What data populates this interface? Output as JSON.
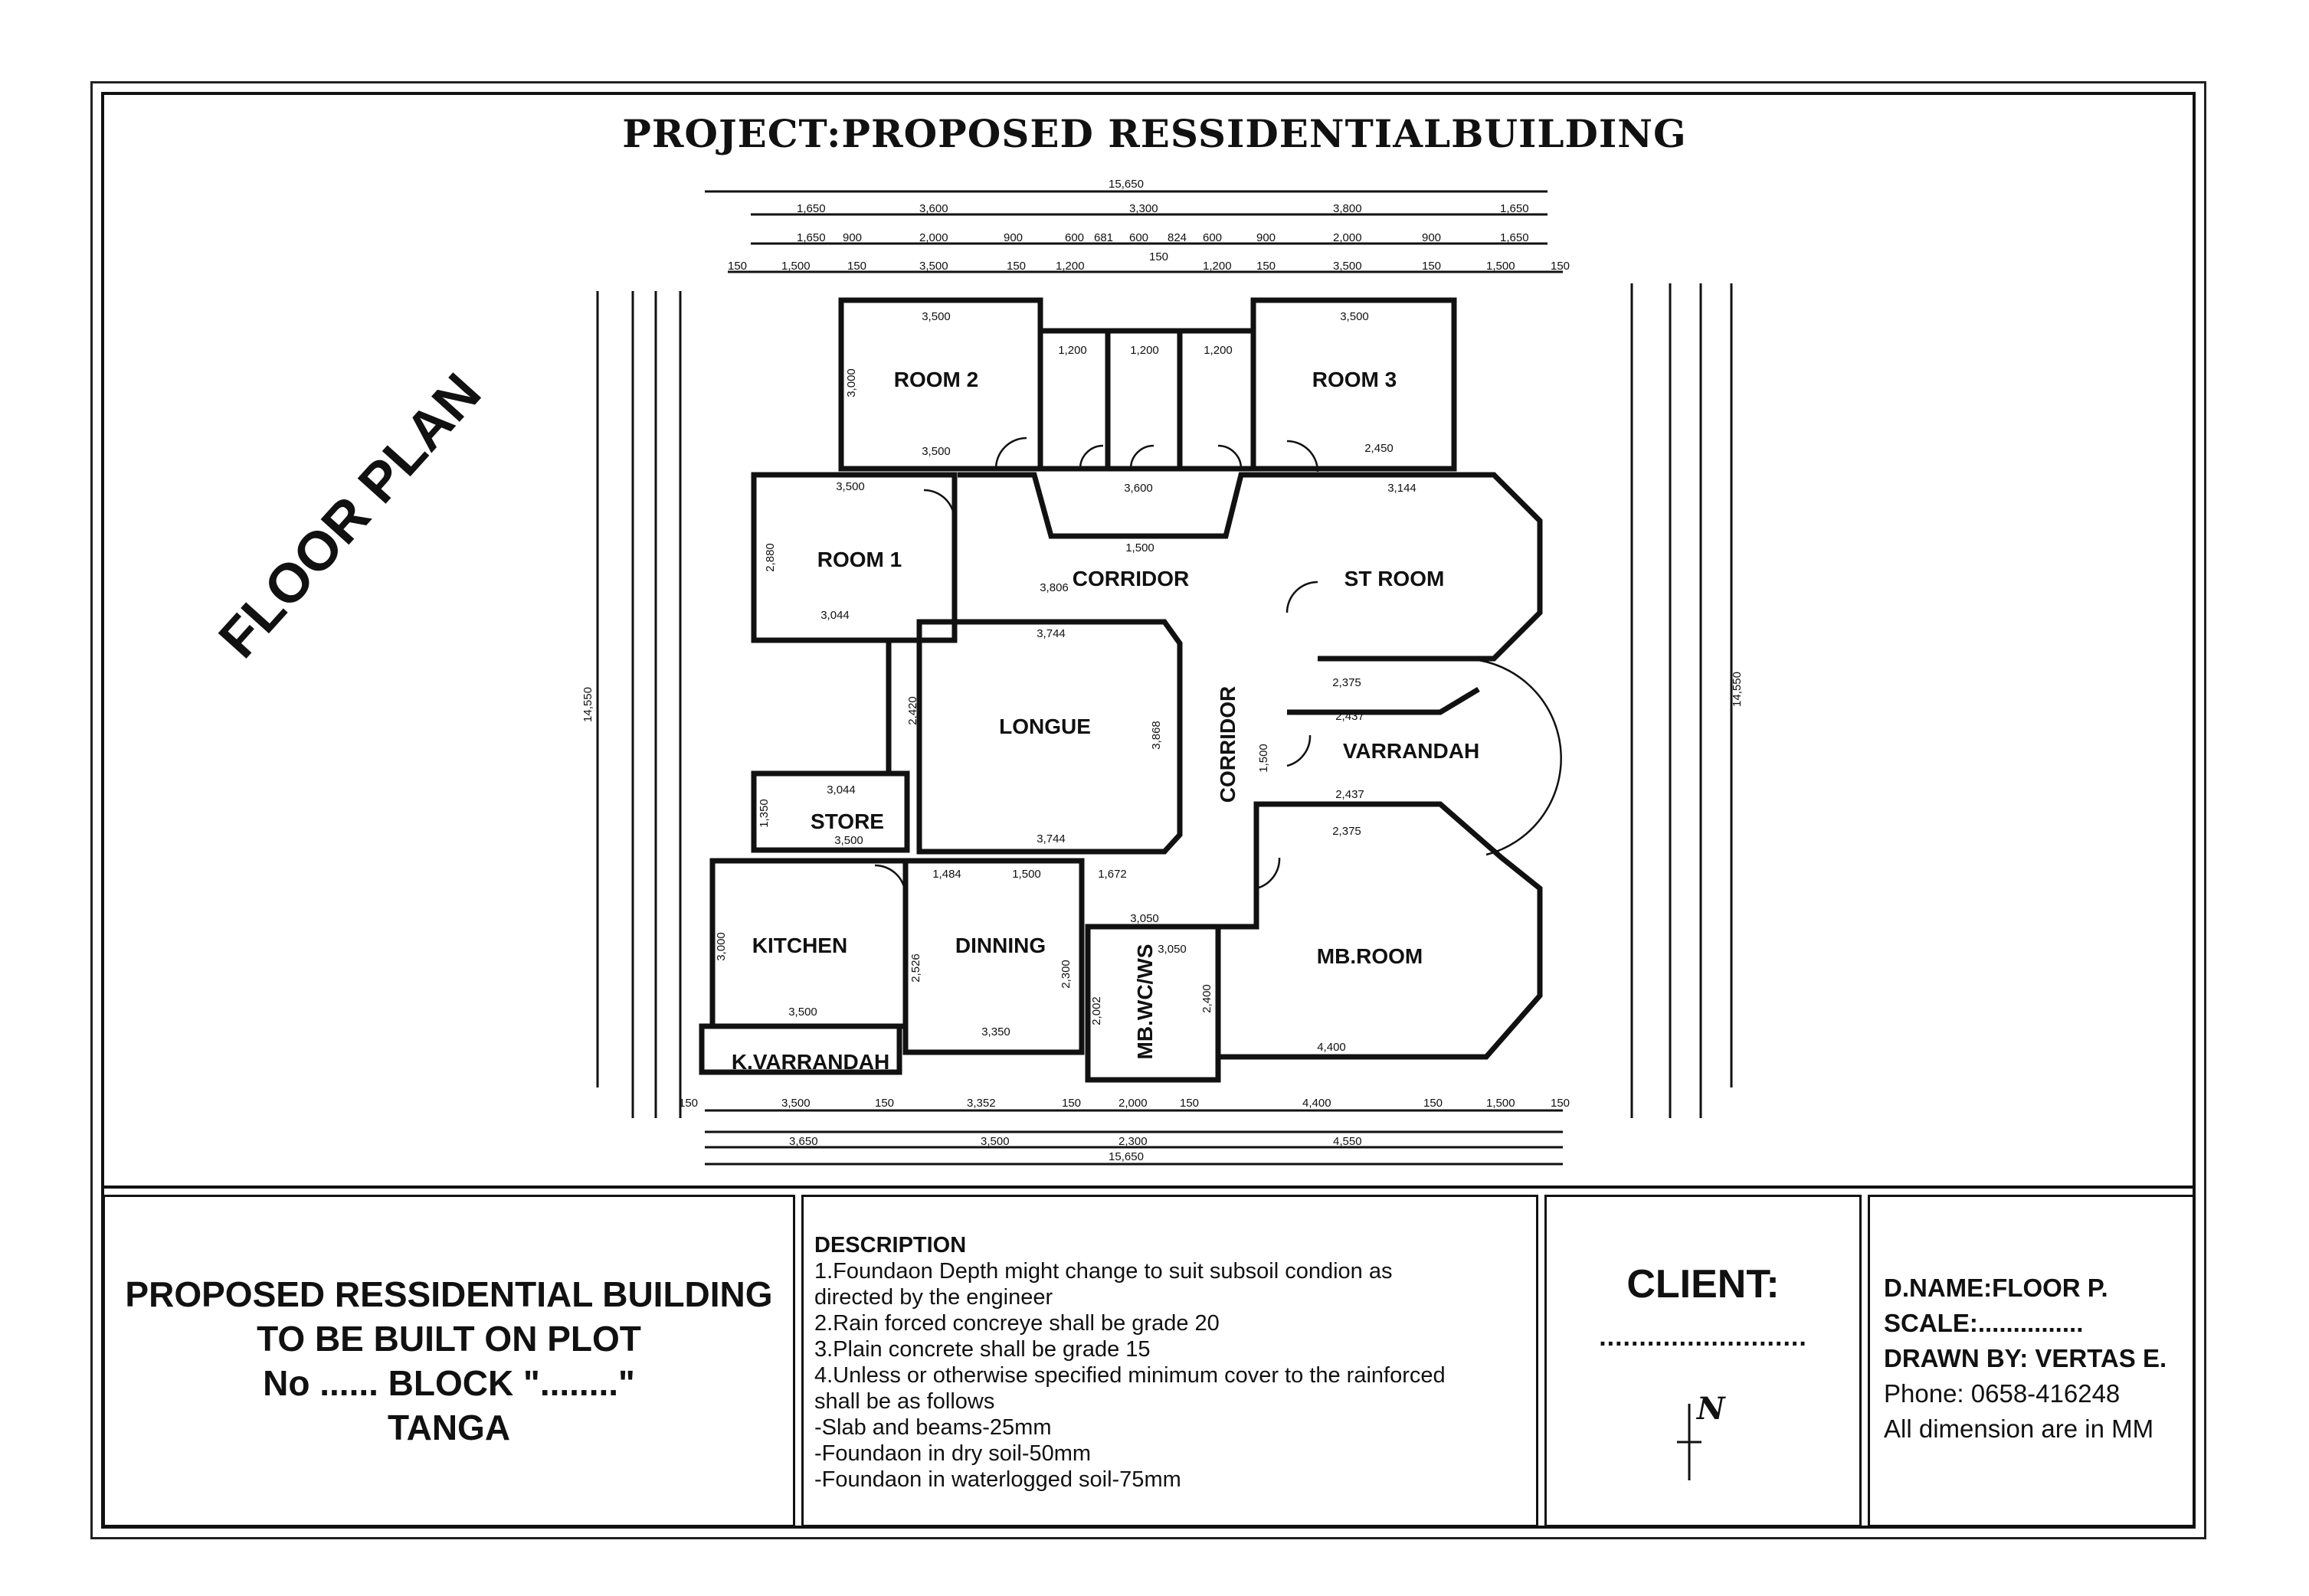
{
  "title": "PROJECT:PROPOSED RESSIDENTIALBUILDING",
  "side_label": "FLOOR PLAN",
  "rooms": {
    "room2": "ROOM 2",
    "room3": "ROOM 3",
    "room1": "ROOM 1",
    "corridor_h": "CORRIDOR",
    "st_room": "ST ROOM",
    "longue": "LONGUE",
    "corridor_v": "CORRIDOR",
    "varrandah": "VARRANDAH",
    "store": "STORE",
    "kitchen": "KITCHEN",
    "dinning": "DINNING",
    "mb_wc": "MB.WC/WS",
    "mb_room": "MB.ROOM",
    "k_varrandah": "K.VARRANDAH"
  },
  "dimensions": {
    "top_overall": "15,650",
    "top_row1": [
      "1,650",
      "3,600",
      "3,300",
      "3,800",
      "1,650"
    ],
    "top_row2": [
      "1,650",
      "900",
      "2,000",
      "900",
      "600",
      "681",
      "600",
      "824",
      "600",
      "900",
      "2,000",
      "900",
      "1,650"
    ],
    "top_row3": [
      "150",
      "1,500",
      "150",
      "3,500",
      "150",
      "1,200",
      "150",
      "1,200",
      "150",
      "3,500",
      "150",
      "1,500",
      "150"
    ],
    "bottom_row1": [
      "150",
      "3,500",
      "150",
      "3,352",
      "150",
      "2,000",
      "150",
      "4,400",
      "150",
      "1,500",
      "150"
    ],
    "bottom_row2": [
      "3,650",
      "3,500",
      "2,300",
      "4,550"
    ],
    "bottom_overall": "15,650",
    "left_overall": "14,550",
    "right_overall": "14,550",
    "interior": [
      "3,500",
      "3,000",
      "3,500",
      "1,200",
      "1,200",
      "1,200",
      "3,500",
      "2,450",
      "3,500",
      "3,600",
      "3,144",
      "3,044",
      "2,880",
      "3,806",
      "1,500",
      "3,744",
      "2,420",
      "3,868",
      "3,744",
      "3,044",
      "1,350",
      "3,500",
      "3,000",
      "3,500",
      "1,484",
      "1,500",
      "1,672",
      "2,526",
      "2,300",
      "3,350",
      "3,050",
      "3,050",
      "2,400",
      "2,002",
      "4,400",
      "2,375",
      "2,437",
      "2,437",
      "2,375",
      "1,500"
    ]
  },
  "project_block": [
    "PROPOSED RESSIDENTIAL  BUILDING",
    "TO BE BUILT ON PLOT",
    "No ...... BLOCK \"........\"",
    "TANGA"
  ],
  "description": {
    "heading": "DESCRIPTION",
    "lines": [
      "1.Foundaon   Depth might change to suit subsoil condion   as",
      "directed by the engineer",
      "2.Rain forced concreye shall be grade 20",
      "3.Plain concrete shall be grade 15",
      "4.Unless or otherwise specified minimum cover to the rainforced",
      "shall be as follows",
      "-Slab and beams-25mm",
      "-Foundaon  in dry soil-50mm",
      "-Foundaon  in waterlogged soil-75mm"
    ]
  },
  "client": {
    "label": "CLIENT:",
    "dots": "..........................",
    "north": "N"
  },
  "info": {
    "d_name": "D.NAME:FLOOR P.",
    "scale": "SCALE:...............",
    "drawn_by": "DRAWN BY: VERTAS E.",
    "phone": "Phone: 0658-416248",
    "units": "All dimension are in MM"
  }
}
